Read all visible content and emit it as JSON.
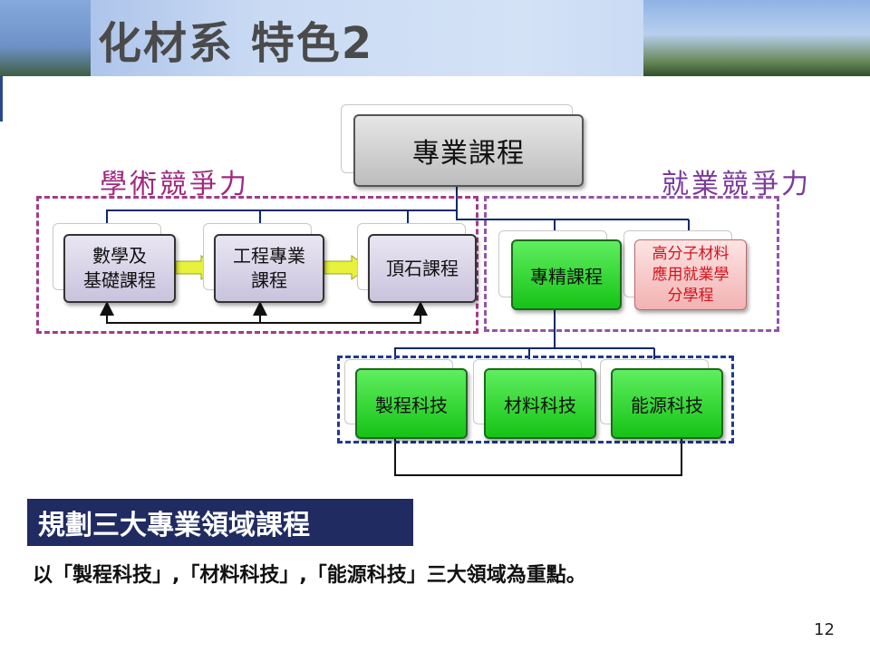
{
  "title": "化材系 特色2",
  "labels": {
    "academic": "學術競爭力",
    "employment": "就業競爭力"
  },
  "boxes": {
    "root": "專業課程",
    "math": [
      "數學及",
      "基礎課程"
    ],
    "eng": [
      "工程專業",
      "課程"
    ],
    "capstone": "頂石課程",
    "specialty": "專精課程",
    "polymer": [
      "高分子材料",
      "應用就業學",
      "分學程"
    ],
    "process": "製程科技",
    "material": "材料科技",
    "energy": "能源科技"
  },
  "subtitle": "規劃三大專業領域課程",
  "description": "以「製程科技」,「材料科技」,「能源科技」三大領域為重點。",
  "page_number": "12",
  "colors": {
    "academic_dash": "#a33a8c",
    "employment_dash": "#9455a8",
    "tech_dash": "#1f3a8f",
    "green_box": "#16c316",
    "subtitle_bg": "#1f2b61",
    "polymer_text": "#d2141c"
  }
}
